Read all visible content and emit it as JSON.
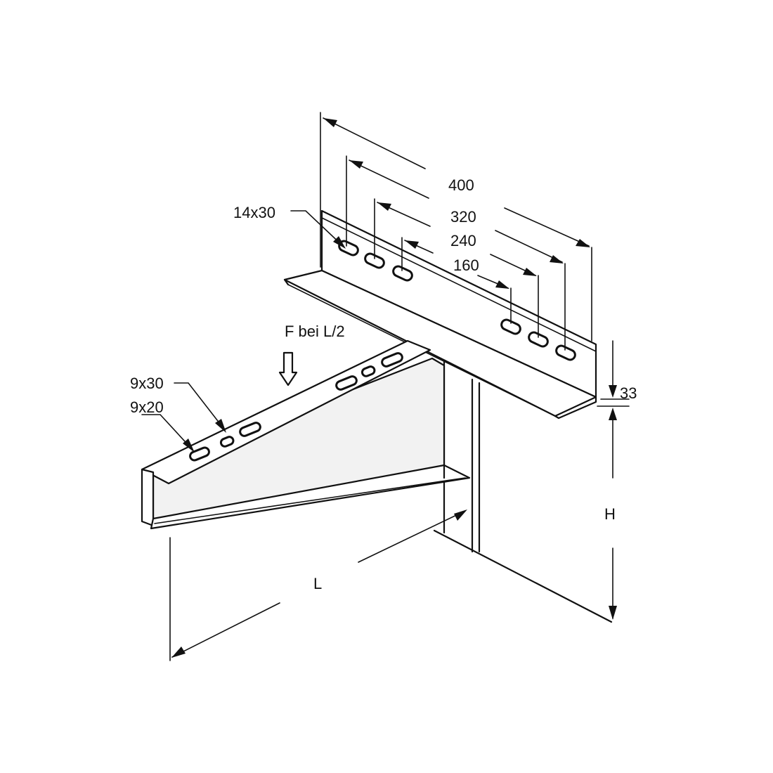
{
  "labels": {
    "dim_400": "400",
    "dim_320": "320",
    "dim_240": "240",
    "dim_160": "160",
    "dim_33": "33",
    "dim_h": "H",
    "dim_l": "L",
    "slot_14x30": "14x30",
    "slot_9x30": "9x30",
    "slot_9x20": "9x20",
    "load": "F bei L/2"
  }
}
